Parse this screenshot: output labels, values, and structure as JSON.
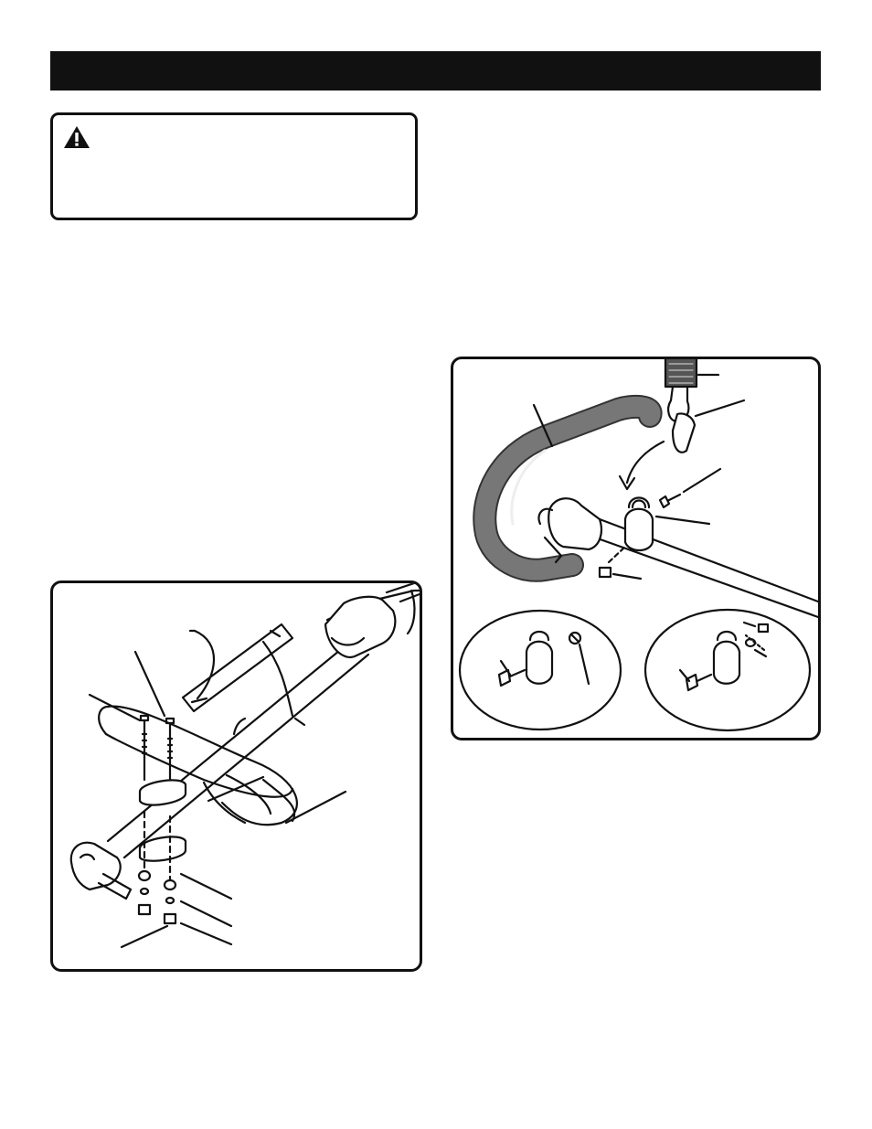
{
  "page": {
    "header_bar_color": "#111111"
  },
  "warning": {
    "icon": "warning-triangle-icon"
  },
  "figures": [
    {
      "id": "handle-assembly",
      "icon": "handle-assembly-illustration"
    },
    {
      "id": "strap-attachment",
      "icon": "strap-attachment-illustration"
    }
  ]
}
